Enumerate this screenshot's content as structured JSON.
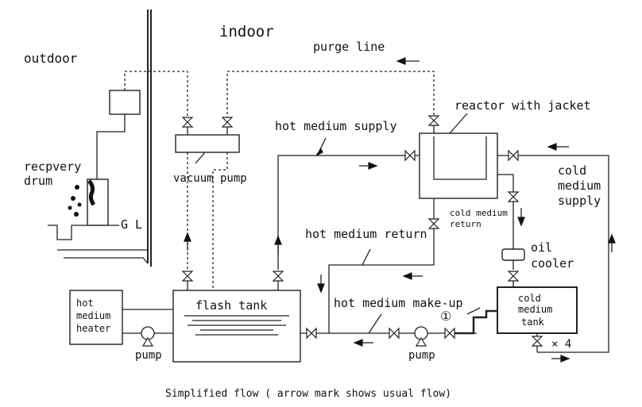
{
  "labels": {
    "indoor": "indoor",
    "outdoor": "outdoor",
    "purge_line": "purge line",
    "reactor": "reactor with jacket",
    "hot_supply": "hot medium supply",
    "cold_supply_1": "cold",
    "cold_supply_2": "medium",
    "cold_supply_3": "supply",
    "drum_1": "recpvery",
    "drum_2": "drum",
    "vacuum_pump": "vacuum pump",
    "gl": "G L",
    "cold_return_1": "cold medium",
    "cold_return_2": "return",
    "hot_return": "hot medium return",
    "oil_cooler_1": "oil",
    "oil_cooler_2": "cooler",
    "heater_1": "hot",
    "heater_2": "medium",
    "heater_3": "heater",
    "flash_tank": "flash tank",
    "make_up": "hot medium make-up",
    "circle_one": "①",
    "cold_tank_1": "cold",
    "cold_tank_2": "medium",
    "cold_tank_3": "tank",
    "times4": "× 4",
    "pump_left": "pump",
    "pump_right": "pump",
    "caption": "Simplified flow ( arrow mark shows usual flow)"
  }
}
